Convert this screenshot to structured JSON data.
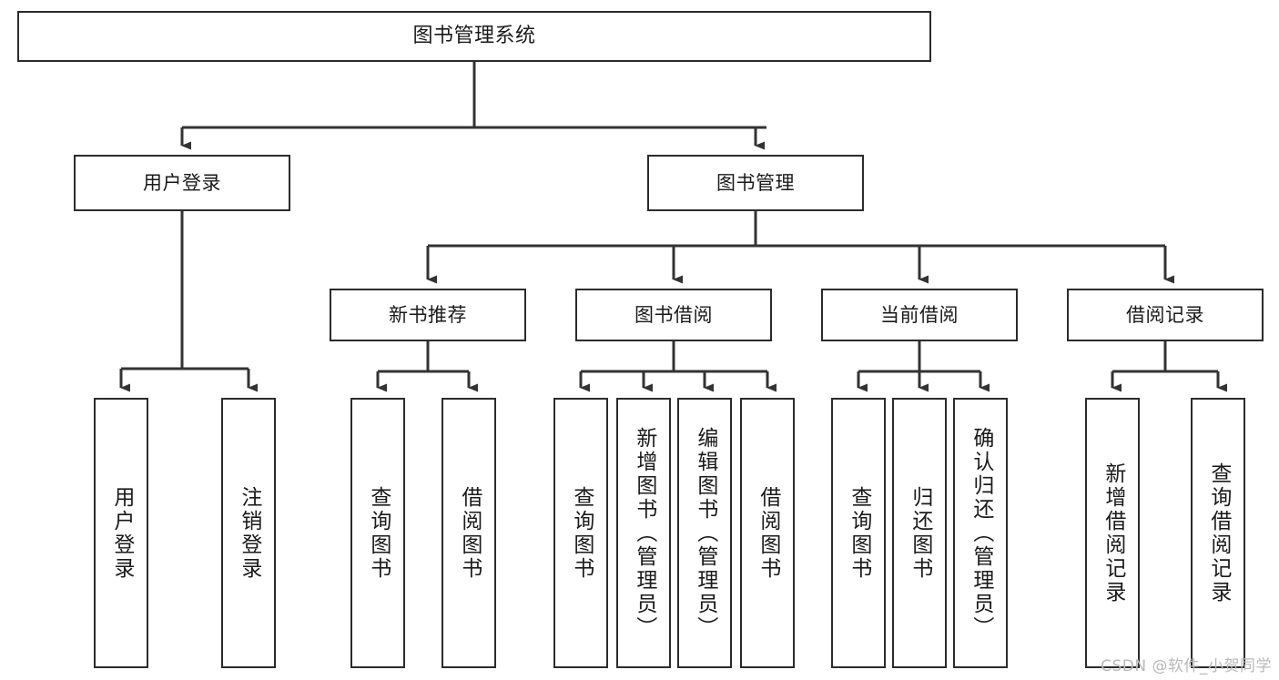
{
  "diagram": {
    "title": "图书管理系统",
    "watermark": "CSDN @软件_小贺同学",
    "colors": {
      "background": "#ffffff",
      "box_border": "#2b2b2b",
      "box_fill": "#ffffff",
      "line": "#333333",
      "text": "#1a1a1a",
      "watermark": "#b9b9b9"
    },
    "root": {
      "label": "图书管理系统"
    },
    "level2": [
      {
        "label": "用户登录"
      },
      {
        "label": "图书管理"
      }
    ],
    "level3": [
      {
        "label": "新书推荐"
      },
      {
        "label": "图书借阅"
      },
      {
        "label": "当前借阅"
      },
      {
        "label": "借阅记录"
      }
    ],
    "leaves": [
      {
        "label": "用户登录"
      },
      {
        "label": "注销登录"
      },
      {
        "label": "查询图书"
      },
      {
        "label": "借阅图书"
      },
      {
        "label": "查询图书"
      },
      {
        "label": "新增图书（管理员）"
      },
      {
        "label": "编辑图书（管理员）"
      },
      {
        "label": "借阅图书"
      },
      {
        "label": "查询图书"
      },
      {
        "label": "归还图书"
      },
      {
        "label": "确认归还（管理员）"
      },
      {
        "label": "新增借阅记录"
      },
      {
        "label": "查询借阅记录"
      }
    ]
  }
}
